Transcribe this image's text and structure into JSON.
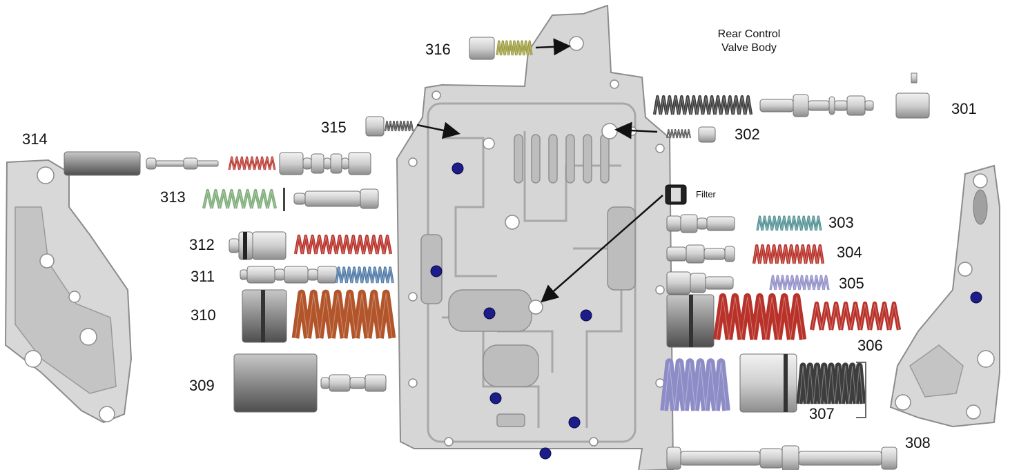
{
  "title_lines": [
    "Rear Control",
    "Valve Body"
  ],
  "filter_label": "Filter",
  "part_labels": {
    "p301": "301",
    "p302": "302",
    "p303": "303",
    "p304": "304",
    "p305": "305",
    "p306": "306",
    "p307": "307",
    "p308": "308",
    "p309": "309",
    "p310": "310",
    "p311": "311",
    "p312": "312",
    "p313": "313",
    "p314": "314",
    "p315": "315",
    "p316": "316"
  },
  "colors": {
    "casting": "#d6d6d6",
    "casting_edge": "#8c8c8c",
    "check_ball": "#1c1c8a",
    "spring_red": "#b8322a",
    "spring_orange": "#b3552b",
    "spring_green": "#7fae7a",
    "spring_teal": "#4f8f93",
    "spring_blue": "#4f78a6",
    "spring_lavender": "#8e8cc6",
    "spring_dark": "#3d3d3d",
    "spring_olive": "#9a9a3a"
  }
}
